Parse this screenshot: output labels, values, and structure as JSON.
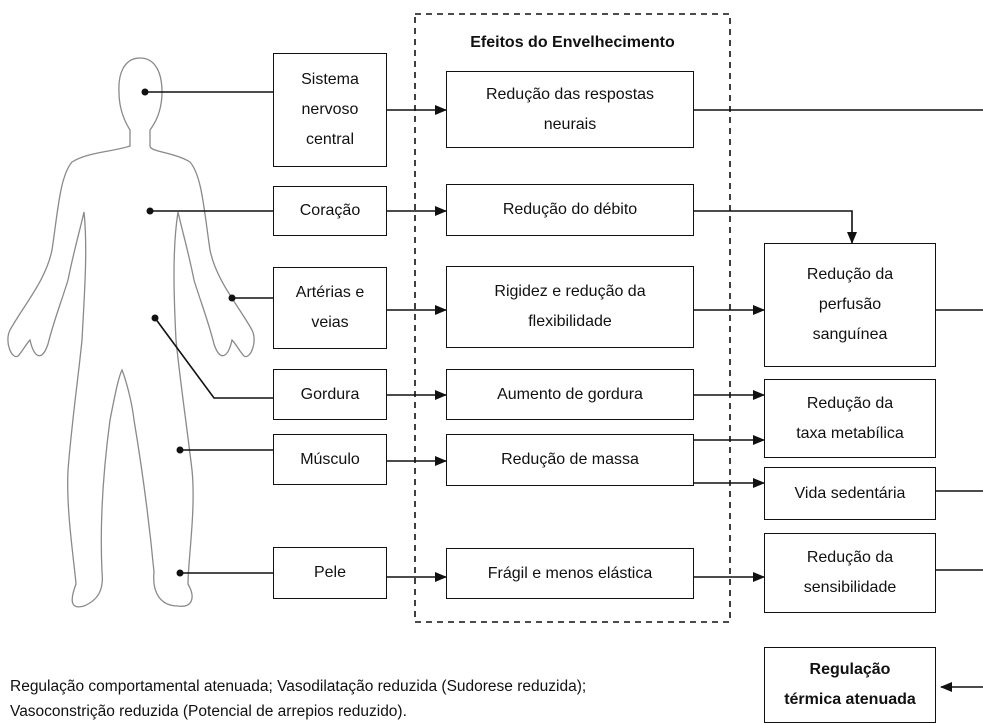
{
  "frame": {
    "title": "Efeitos do Envelhecimento"
  },
  "organs": {
    "nervous": "Sistema\nnervoso\ncentral",
    "heart": "Coração",
    "arteries": "Artérias e\nveias",
    "fat": "Gordura",
    "muscle": "Músculo",
    "skin": "Pele"
  },
  "effects": {
    "neural": "Redução das respostas\nneurais",
    "output": "Redução do débito",
    "rigidity": "Rigidez e redução da\nflexibilidade",
    "fat_increase": "Aumento de gordura",
    "mass": "Redução de massa",
    "fragile": "Frágil e menos elástica"
  },
  "outcomes": {
    "perfusion": "Redução da\nperfusão\nsanguínea",
    "metabolic": "Redução da\ntaxa metabílica",
    "sedentary": "Vida sedentária",
    "sensitivity": "Redução da\nsensibilidade",
    "thermal": "Regulação\ntérmica atenuada"
  },
  "caption": "Regulação comportamental atenuada; Vasodilatação reduzida (Sudorese reduzida);\nVasoconstrição reduzida (Potencial de arrepios reduzido).",
  "colors": {
    "line": "#111111",
    "background": "#ffffff"
  }
}
